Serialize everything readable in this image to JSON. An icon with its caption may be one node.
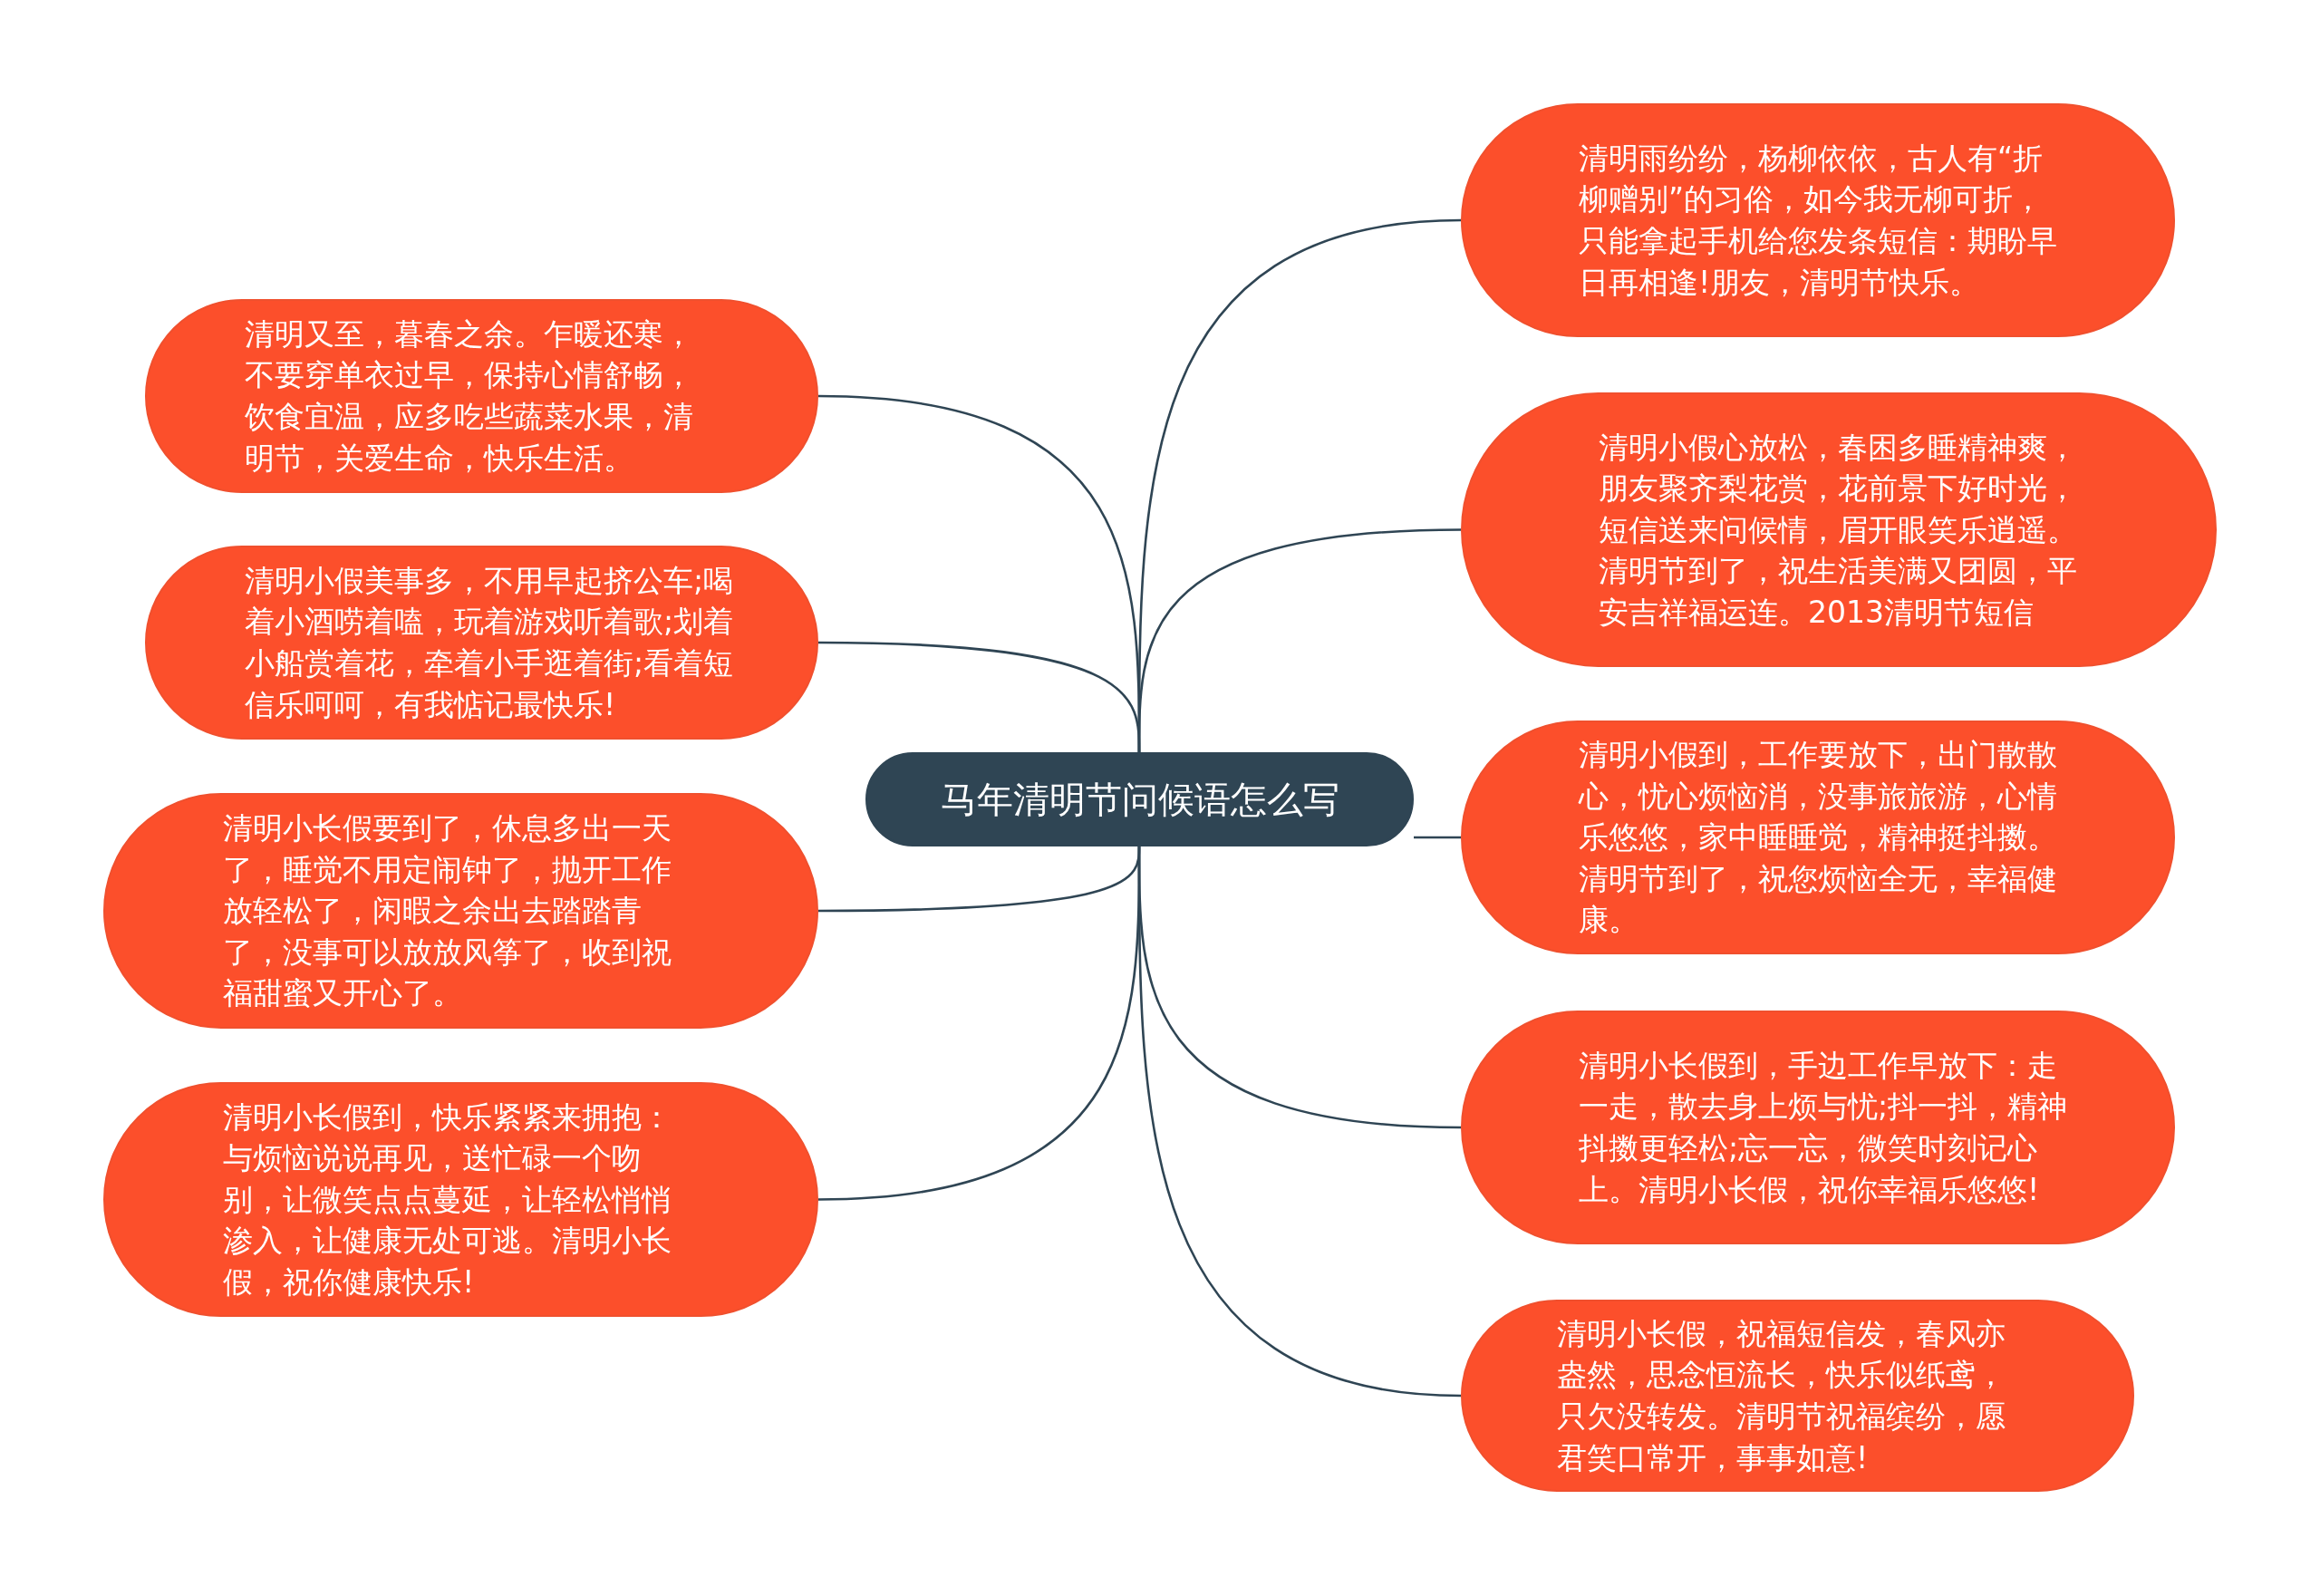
{
  "diagram": {
    "nodes": [
      {
        "text": [
          "马年清明节问候语怎么写"
        ]
      },
      {
        "text": [
          "清明又至，暮春之余。乍暖还寒，不要穿单衣过早，保持心情舒畅，饮食宜温，应多吃些蔬菜水果，清明节，关爱生命，快乐生活。"
        ]
      },
      {
        "text": [
          "清明小假美事多，不用早起挤公车;喝着小酒唠着嗑，玩着游戏听着歌;划着小船赏着花，牵着小手逛着街;看着短信乐呵呵，有我惦记最快乐!"
        ]
      },
      {
        "text": [
          "清明小长假要到了，休息多出一天了，睡觉不用定闹钟了，抛开工作放轻松了，闲暇之余出去踏踏青了，没事可以放放风筝了，收到祝福甜蜜又开心了。"
        ]
      },
      {
        "text": [
          "清明小长假到，快乐紧紧来拥抱：与烦恼说说再见，送忙碌一个吻别，让微笑点点蔓延，让轻松悄悄渗入，让健康无处可逃。清明小长假，祝你健康快乐!"
        ]
      },
      {
        "text": [
          "清明雨纷纷，杨柳依依，古人有“折柳赠别”的习俗，如今我无柳可折，只能拿起手机给您发条短信：期盼早日再相逢!朋友，清明节快乐。"
        ]
      },
      {
        "text": [
          "清明小假心放松，春困多睡精神爽，朋友聚齐梨花赏，花前景下好时光，短信送来问候情，眉开眼笑乐逍遥。清明节到了，祝生活美满又团圆，平安吉祥福运连。2013清明节短信"
        ]
      },
      {
        "text": [
          "清明小假到，工作要放下，出门散散心，忧心烦恼消，没事旅旅游，心情乐悠悠，家中睡睡觉，精神挺抖擞。清明节到了，祝您烦恼全无，幸福健康。"
        ]
      },
      {
        "text": [
          "清明小长假到，手边工作早放下：走一走，散去身上烦与忧;抖一抖，精神抖擞更轻松;忘一忘，微笑时刻记心上。清明小长假，祝你幸福乐悠悠!"
        ]
      },
      {
        "text": [
          "清明小长假，祝福短信发，春风亦盎然，思念恒流长，快乐似纸鸢，只欠没转发。清明节祝福缤纷，愿君笑口常开，事事如意!"
        ]
      }
    ],
    "edges": [
      {
        "from": 0,
        "to": 1,
        "arrow": "none"
      },
      {
        "from": 0,
        "to": 2,
        "arrow": "none"
      },
      {
        "from": 0,
        "to": 3,
        "arrow": "none"
      },
      {
        "from": 0,
        "to": 4,
        "arrow": "none"
      },
      {
        "from": 0,
        "to": 5,
        "arrow": "none"
      },
      {
        "from": 0,
        "to": 6,
        "arrow": "none"
      },
      {
        "from": 0,
        "to": 7,
        "arrow": "none"
      },
      {
        "from": 0,
        "to": 8,
        "arrow": "none"
      },
      {
        "from": 0,
        "to": 9,
        "arrow": "none"
      }
    ]
  }
}
